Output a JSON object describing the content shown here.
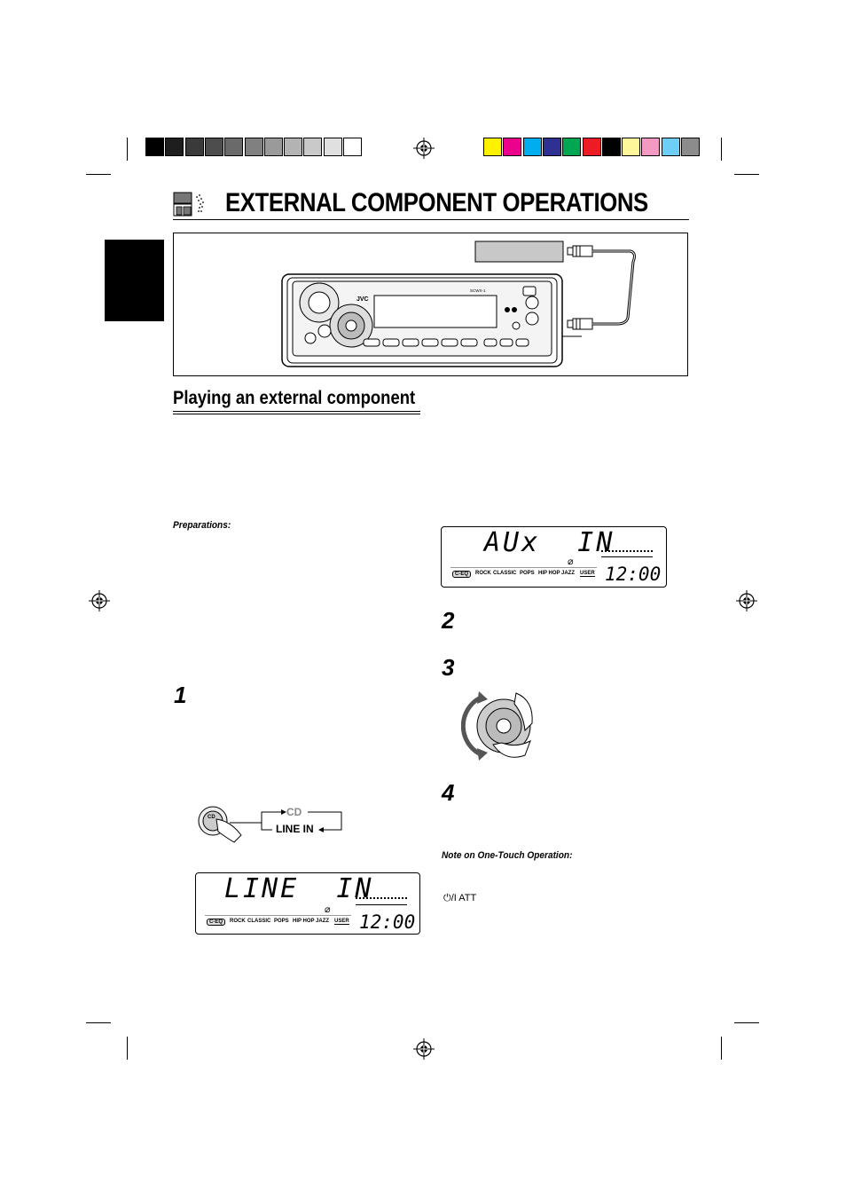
{
  "header": {
    "title": "EXTERNAL COMPONENT OPERATIONS",
    "color_bar_gray": [
      "#000000",
      "#1e1e1e",
      "#3a3a3a",
      "#4d4d4d",
      "#6a6a6a",
      "#808080",
      "#9a9a9a",
      "#b3b3b3",
      "#c9c9c9",
      "#e0e0e0",
      "#ffffff"
    ],
    "color_bar_color": [
      "#fff200",
      "#ec008c",
      "#00aeef",
      "#2e3192",
      "#00a651",
      "#ed1c24",
      "#000000",
      "#fff799",
      "#f49ac2",
      "#6dcff6",
      "#8c8c8c"
    ]
  },
  "diagram": {
    "brand": "JVC",
    "model": "SCWX-1"
  },
  "section": {
    "title": "Playing an external component",
    "preparations_label": "Preparations:",
    "note_label": "Note on One-Touch Operation:",
    "att_label": "ATT",
    "power_symbol": "⏻/I"
  },
  "steps": {
    "s1": "1",
    "s2": "2",
    "s3": "3",
    "s4": "4"
  },
  "source_switch": {
    "cd_label": "CD",
    "line_in_label": "LINE IN",
    "button_label": "CD"
  },
  "display_aux": {
    "main_text": "AUx  IN",
    "clock": "12:00",
    "eq_modes": [
      "C-EQ",
      "ROCK",
      "CLASSIC",
      "POPS",
      "HIP HOP",
      "JAZZ",
      "USER"
    ]
  },
  "display_line": {
    "main_text": "LINE  IN",
    "clock": "12:00",
    "eq_modes": [
      "C-EQ",
      "ROCK",
      "CLASSIC",
      "POPS",
      "HIP HOP",
      "JAZZ",
      "USER"
    ]
  }
}
